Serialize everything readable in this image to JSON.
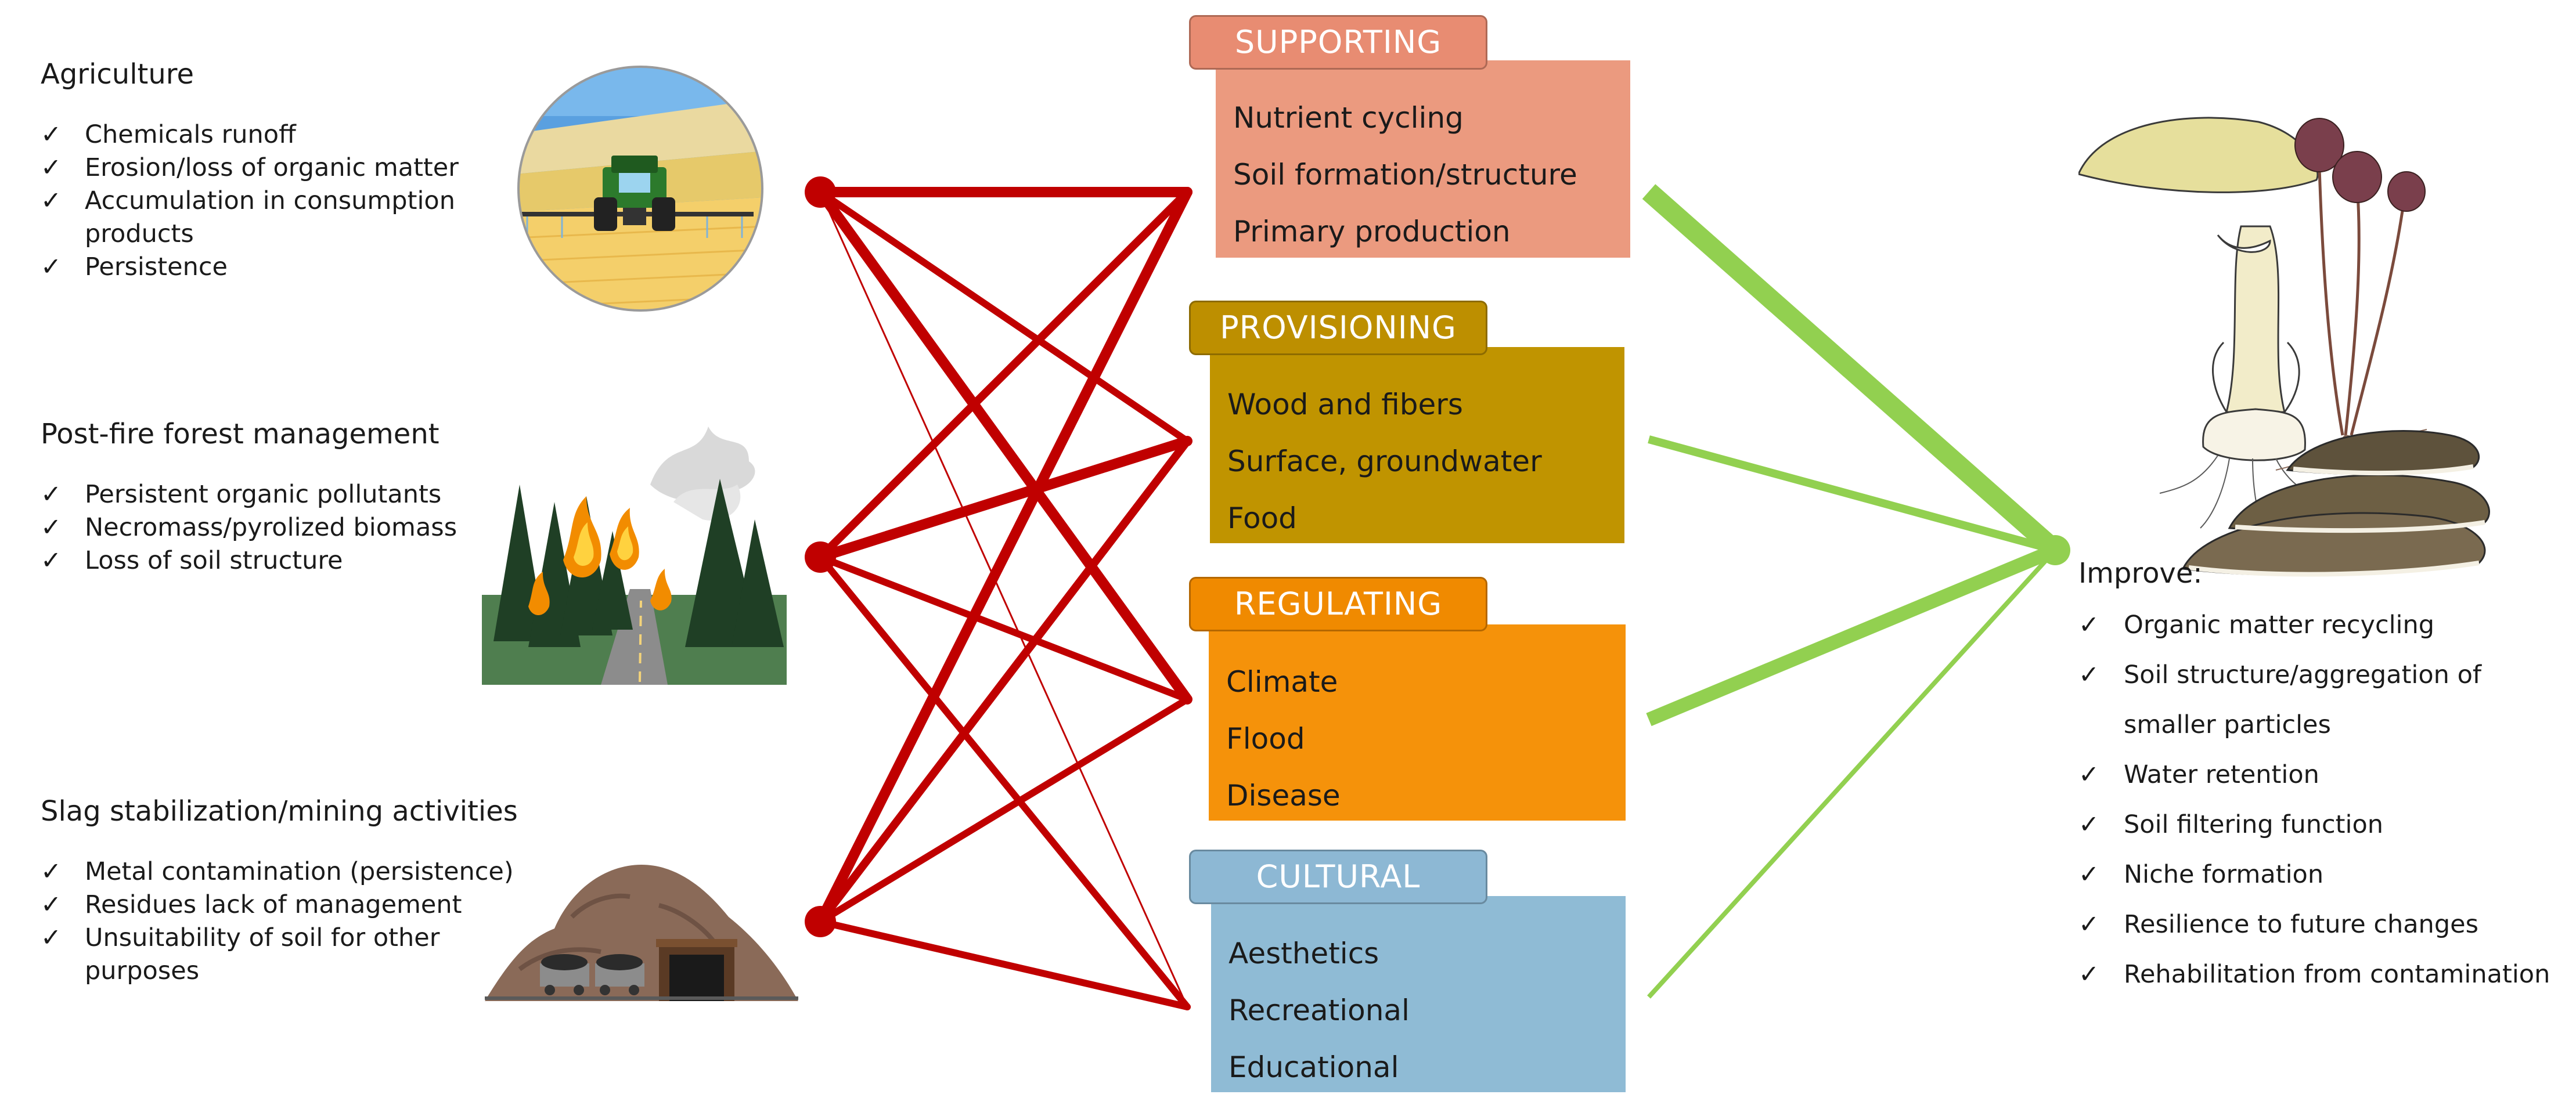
{
  "pressures": [
    {
      "title": "Agriculture",
      "items": [
        "Chemicals runoff",
        "Erosion/loss of organic matter",
        "Accumulation in consumption products",
        "Persistence"
      ]
    },
    {
      "title": "Post-fire forest management",
      "items": [
        "Persistent organic pollutants",
        "Necromass/pyrolized biomass",
        "Loss of soil structure"
      ]
    },
    {
      "title": "Slag stabilization/mining activities",
      "items": [
        "Metal contamination (persistence)",
        "Residues lack of management",
        "Unsuitability of soil for other purposes"
      ]
    }
  ],
  "check_mark": "✓",
  "services": [
    {
      "label": "SUPPORTING",
      "label_color": "#e88c72",
      "box_color": "#eb9a7f",
      "items": [
        "Nutrient cycling",
        "Soil formation/structure",
        "Primary production"
      ]
    },
    {
      "label": "PROVISIONING",
      "label_color": "#bd8f00",
      "box_color": "#c09400",
      "items": [
        "Wood and fibers",
        "Surface, groundwater",
        "Food"
      ]
    },
    {
      "label": "REGULATING",
      "label_color": "#f08a00",
      "box_color": "#f5920a",
      "items": [
        "Climate",
        "Flood",
        "Disease"
      ]
    },
    {
      "label": "CULTURAL",
      "label_color": "#8db8d4",
      "box_color": "#8fbbd5",
      "items": [
        "Aesthetics",
        "Recreational",
        "Educational"
      ]
    }
  ],
  "improve": {
    "title": "Improve:",
    "items": [
      "Organic matter recycling",
      "Soil structure/aggregation of smaller particles",
      "Water retention",
      "Soil filtering function",
      "Niche formation",
      "Resilience to future changes",
      "Rehabilitation from contamination"
    ]
  },
  "colors": {
    "pressure_lines": "#c00000",
    "improve_lines": "#92d050"
  }
}
